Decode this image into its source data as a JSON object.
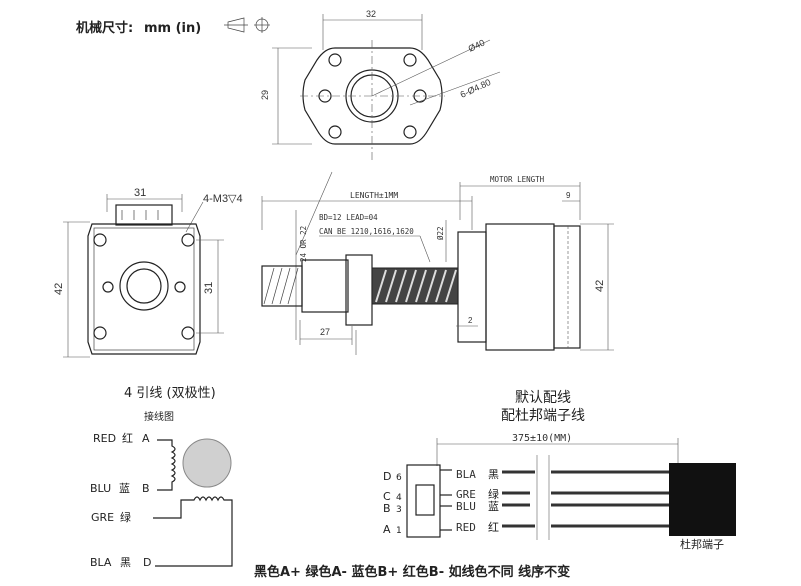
{
  "header": {
    "title": "机械尺寸:",
    "units": "mm (in)"
  },
  "flange_view": {
    "dim_width": "32",
    "dim_height": "29",
    "dim_diameter": "Ø40",
    "dim_holes": "6-Ø4.80"
  },
  "front_view": {
    "dim_width": "31",
    "dim_screw": "4-M3▽4",
    "dim_height_left": "42",
    "dim_height_right": "31"
  },
  "side_view": {
    "length_label": "LENGTH±1MM",
    "motor_length": "MOTOR LENGTH",
    "spec_line1": "BD=12 LEAD=04",
    "spec_line2": "CAN BE 1210,1616,1620",
    "dim_24or22": "24 OR 22",
    "dim_22": "Ø22",
    "dim_27": "27",
    "dim_2": "2",
    "dim_9": "9",
    "dim_42": "42"
  },
  "wiring": {
    "title": "4 引线 (双极性)",
    "subtitle": "接线图",
    "wires": [
      {
        "code": "RED",
        "cn": "红",
        "pin": "A"
      },
      {
        "code": "BLU",
        "cn": "蓝",
        "pin": "B"
      },
      {
        "code": "GRE",
        "cn": "绿",
        "pin": ""
      },
      {
        "code": "BLA",
        "cn": "黑",
        "pin": "D"
      }
    ]
  },
  "connector": {
    "title1": "默认配线",
    "title2": "配杜邦端子线",
    "length": "375±10(MM)",
    "terminal": "杜邦端子",
    "rows": [
      {
        "letter": "D",
        "num": "6",
        "code": "BLA",
        "cn": "黑"
      },
      {
        "letter": "C",
        "num": "4",
        "code": "GRE",
        "cn": "绿"
      },
      {
        "letter": "B",
        "num": "3",
        "code": "BLU",
        "cn": "蓝"
      },
      {
        "letter": "A",
        "num": "1",
        "code": "RED",
        "cn": "红"
      }
    ]
  },
  "footer": {
    "note": "黑色A+  绿色A-  蓝色B+  红色B-    如线色不同 线序不变"
  }
}
